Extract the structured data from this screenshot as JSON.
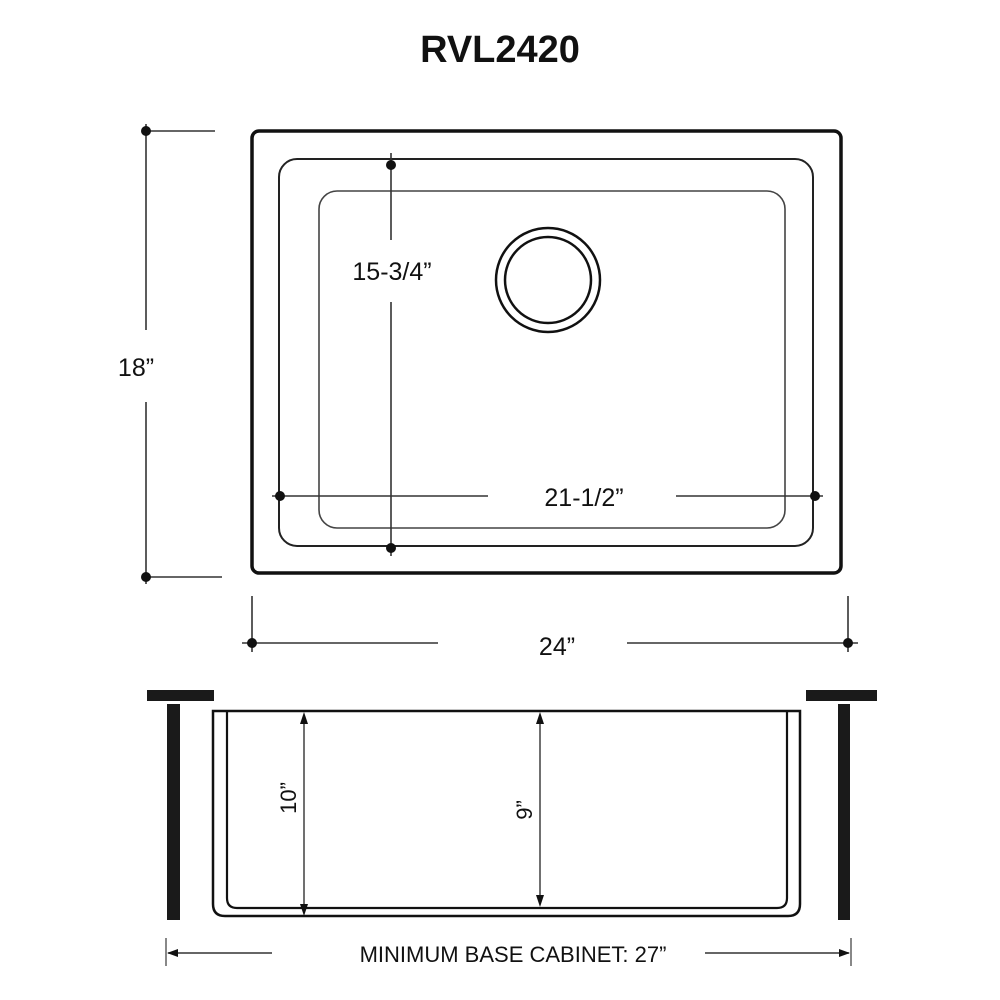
{
  "title": "RVL2420",
  "top_view": {
    "overall_height_label": "18”",
    "overall_width_label": "24”",
    "bowl_length_label": "15-3/4”",
    "bowl_width_label": "21-1/2”",
    "drain": "drain-circle"
  },
  "side_view": {
    "outer_depth_label": "10”",
    "inner_depth_label": "9”",
    "cabinet_label": "MINIMUM BASE CABINET: 27”"
  },
  "colors": {
    "line": "#111111",
    "background": "#ffffff",
    "cabinet": "#1a1a1a"
  }
}
